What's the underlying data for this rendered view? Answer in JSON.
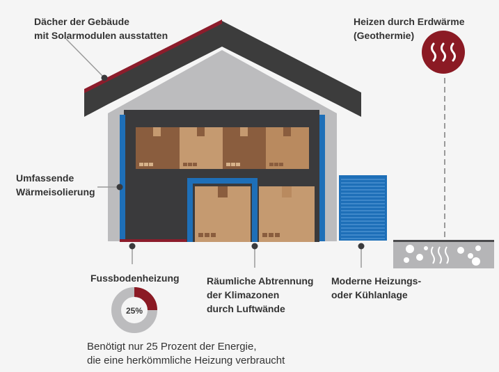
{
  "labels": {
    "solar": [
      "Dächer der Gebäude",
      "mit Solarmodulen ausstatten"
    ],
    "geothermal": [
      "Heizen durch Erdwärme",
      "(Geothermie)"
    ],
    "insulation": [
      "Umfassende",
      "Wärmeisolierung"
    ],
    "floor_heating": [
      "Fussbodenheizung"
    ],
    "climate_zones": [
      "Räumliche Abtrennung",
      "der Klimazonen",
      "durch Luftwände"
    ],
    "hvac": [
      "Moderne Heizungs-",
      "oder Kühlanlage"
    ]
  },
  "energy_donut": {
    "percent_label": "25%",
    "value": 25,
    "max": 100
  },
  "caption": [
    "Benötigt nur 25 Prozent der Energie,",
    "die eine herkömmliche Heizung verbraucht"
  ],
  "colors": {
    "background": "#f5f5f5",
    "roof": "#3c3c3c",
    "solar_strip": "#8c1c2b",
    "wall": "#bcbcbe",
    "interior": "#3a3a3c",
    "insulation_blue": "#1e6fb8",
    "box_dark": "#8a5d3e",
    "box_light": "#c59a70",
    "heat_icon": "#8b1a24",
    "ground": "#b5b5b7",
    "donut_gray": "#bcbcbe",
    "donut_red": "#8b1a24",
    "text": "#333333"
  },
  "icons": [
    "heat-waves-icon",
    "geothermal-ground-icon"
  ]
}
